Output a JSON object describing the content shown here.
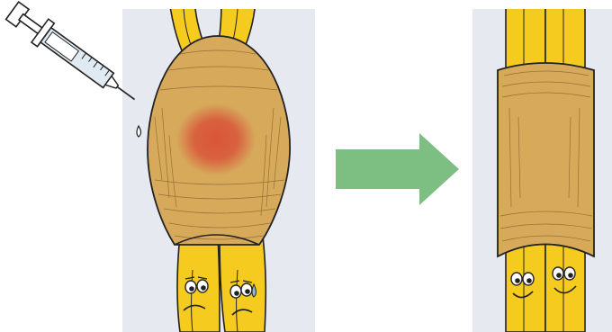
{
  "illustration": {
    "colors": {
      "panel_bg": "#e6e9ef",
      "tendon_yellow": "#f5cb1f",
      "sheath_tan": "#d7a95b",
      "sheath_dark": "#c8964a",
      "inflammation_red": "#d9553a",
      "arrow_green": "#7dbf82",
      "outline": "#222222",
      "syringe_fluid": "#dfeaf3"
    },
    "panels": [
      {
        "name": "before",
        "state": "swollen-sheath-inflamed-tendons",
        "tendon_mood": "sad"
      },
      {
        "name": "after",
        "state": "smooth-sheath-healthy-tendons",
        "tendon_mood": "happy"
      }
    ],
    "icons": [
      "syringe-icon",
      "right-arrow-icon",
      "sad-face-icon",
      "happy-face-icon",
      "sweat-drop-icon",
      "injection-drop-icon"
    ]
  }
}
